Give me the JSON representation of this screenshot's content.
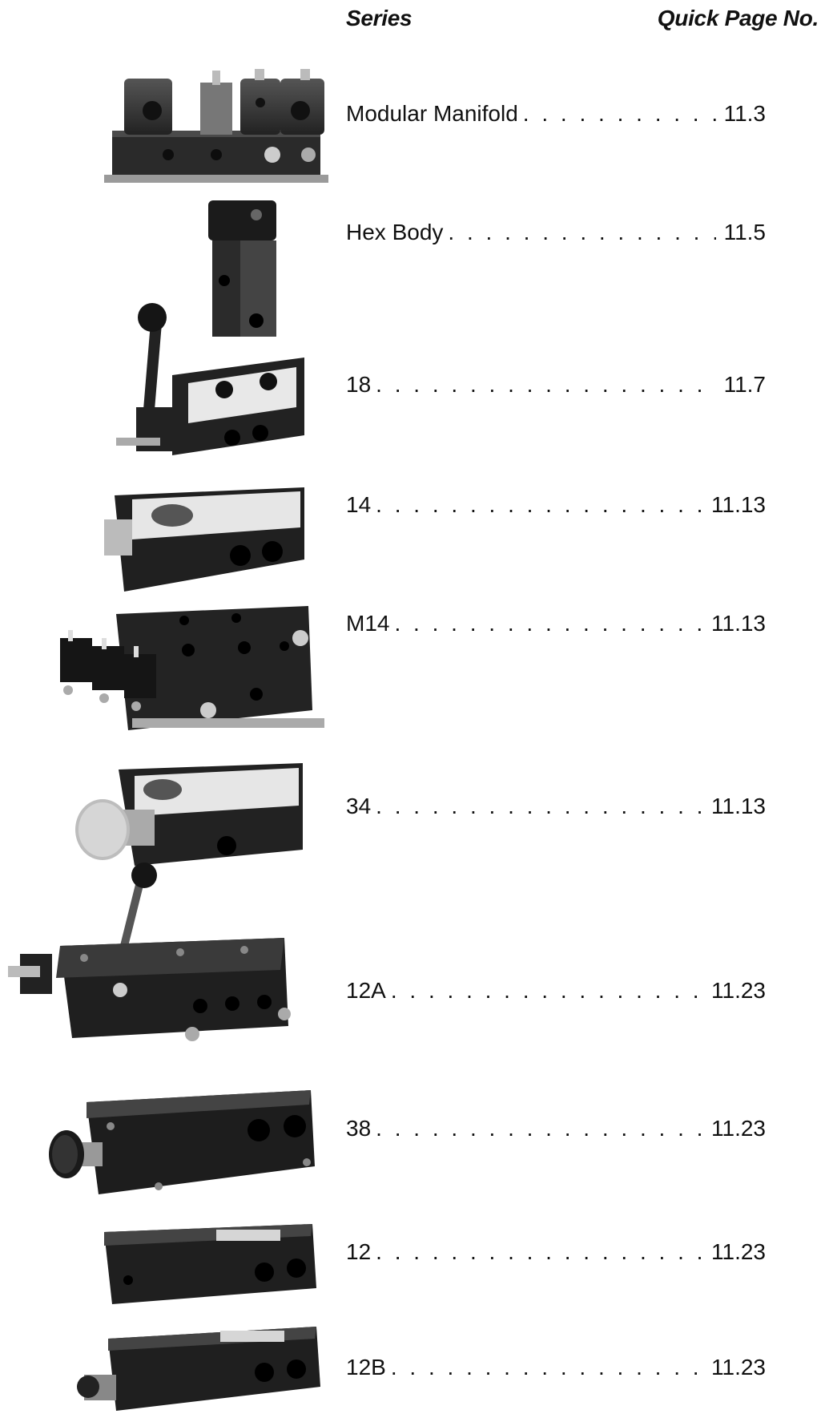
{
  "header": {
    "series_label": "Series",
    "page_label": "Quick Page No."
  },
  "entries": [
    {
      "series": "Modular Manifold",
      "page": "11.3"
    },
    {
      "series": "Hex Body",
      "page": "11.5"
    },
    {
      "series": "18",
      "page": "11.7"
    },
    {
      "series": "14",
      "page": "11.13"
    },
    {
      "series": "M14",
      "page": "11.13"
    },
    {
      "series": "34",
      "page": "11.13"
    },
    {
      "series": "12A",
      "page": "11.23"
    },
    {
      "series": "38",
      "page": "11.23"
    },
    {
      "series": "12",
      "page": "11.23"
    },
    {
      "series": "12B",
      "page": "11.23"
    }
  ],
  "leader": ". . . . . . . . . . . . . . . . . . . . . . . . . . . . . . . . . . . . . . . . . . . . . ."
}
